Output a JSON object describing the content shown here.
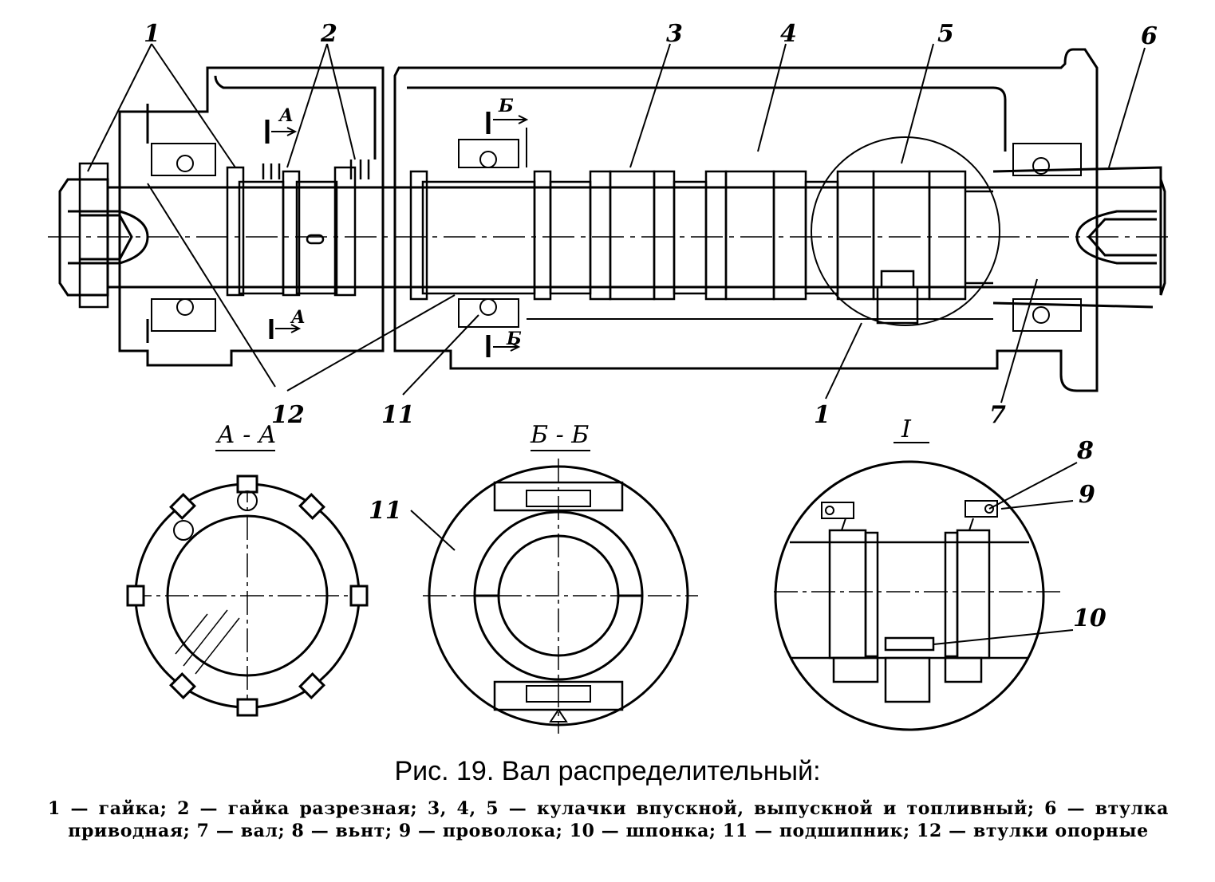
{
  "figure": {
    "title": "Рис. 19. Вал распределительный:",
    "legend": "1 — гайка; 2 — гайка разрезная; 3, 4, 5 — кулачки впускной, выпускной и топливный; 6 — втулка приводная; 7 — вал; 8 — вьнт; 9 — проволока; 10 — шпонка; 11 — подшипник; 12 — втулки опорные"
  },
  "callouts": {
    "c1": "1",
    "c2": "2",
    "c3": "3",
    "c4": "4",
    "c5": "5",
    "c6": "6",
    "c12": "12",
    "c11a": "11",
    "c1b": "1",
    "c7": "7",
    "c11b": "11",
    "c8": "8",
    "c9": "9",
    "c10": "10"
  },
  "section_marks": {
    "a_top": "А",
    "a_bottom": "А",
    "b_top": "Б",
    "b_bottom": "Б"
  },
  "section_titles": {
    "aa": "А - А",
    "bb": "Б - Б",
    "detail": "I"
  }
}
